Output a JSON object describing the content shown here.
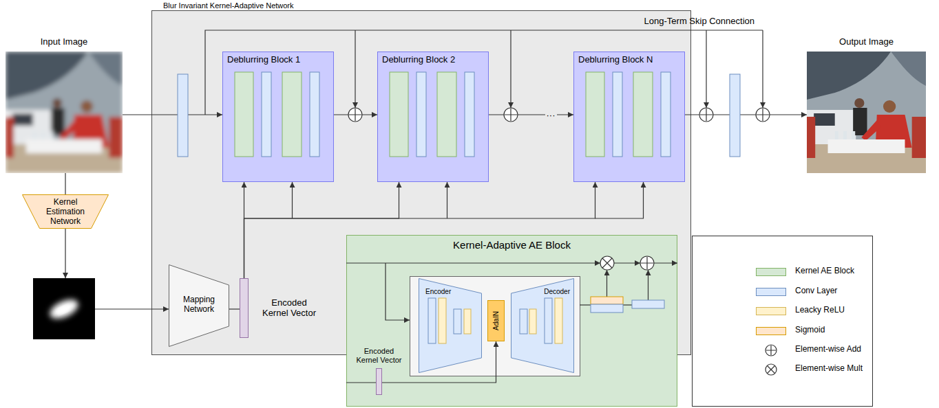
{
  "diagram": {
    "nodes": [
      {
        "text": [
          "Input Image"
        ]
      },
      {
        "text": [
          "Blur Invariant Kernel-Adaptive Network"
        ]
      },
      {
        "text": [
          "Deblurring Block 1"
        ],
        "in": 1
      },
      {
        "text": [
          "Deblurring Block 2"
        ],
        "in": 1
      },
      {
        "text": [
          "Deblurring Block N"
        ],
        "in": 1
      },
      {
        "text": [
          "Output Image"
        ]
      },
      {
        "text": [
          "Kernel Estimation Network"
        ]
      },
      {
        "text": [
          "Mapping Network"
        ],
        "in": 1
      },
      {
        "text": [
          "Encoded Kernel Vector"
        ],
        "in": 1
      },
      {
        "text": [
          "Kernel-Adaptive AE Block"
        ]
      },
      {
        "text": [
          "Encoder"
        ],
        "in": 9
      },
      {
        "text": [
          "AdaIN"
        ],
        "in": 9
      },
      {
        "text": [
          "Decoder"
        ],
        "in": 9
      },
      {
        "text": [
          "Encoded Kernel Vector"
        ],
        "in": 9
      }
    ],
    "edges": [
      {
        "from": 0,
        "to": 2,
        "arrow": "to"
      },
      {
        "from": 2,
        "to": 3,
        "arrow": "to"
      },
      {
        "from": 3,
        "to": 4,
        "arrow": "to"
      },
      {
        "from": 4,
        "to": 5,
        "arrow": "to"
      },
      {
        "from": 0,
        "to": 6,
        "arrow": "none"
      },
      {
        "from": 6,
        "to": 7,
        "arrow": "to"
      },
      {
        "from": 7,
        "to": 8,
        "arrow": "none"
      },
      {
        "from": 8,
        "to": 2,
        "arrow": "to"
      },
      {
        "from": 8,
        "to": 3,
        "arrow": "to"
      },
      {
        "from": 8,
        "to": 4,
        "arrow": "to"
      },
      {
        "from": 13,
        "to": 11,
        "arrow": "to"
      }
    ],
    "labels": [
      "Long-Term Skip Connection",
      "···"
    ],
    "legend": [
      {
        "text": "Kernel AE Block",
        "color": "#d5e8d4"
      },
      {
        "text": "Conv Layer",
        "color": "#dae8fc"
      },
      {
        "text": "Leacky ReLU",
        "color": "#fff2cc"
      },
      {
        "text": "Sigmoid",
        "color": "#ffe6cc"
      },
      {
        "text": "Element-wise Add"
      },
      {
        "text": "Element-wise Mult"
      }
    ]
  }
}
